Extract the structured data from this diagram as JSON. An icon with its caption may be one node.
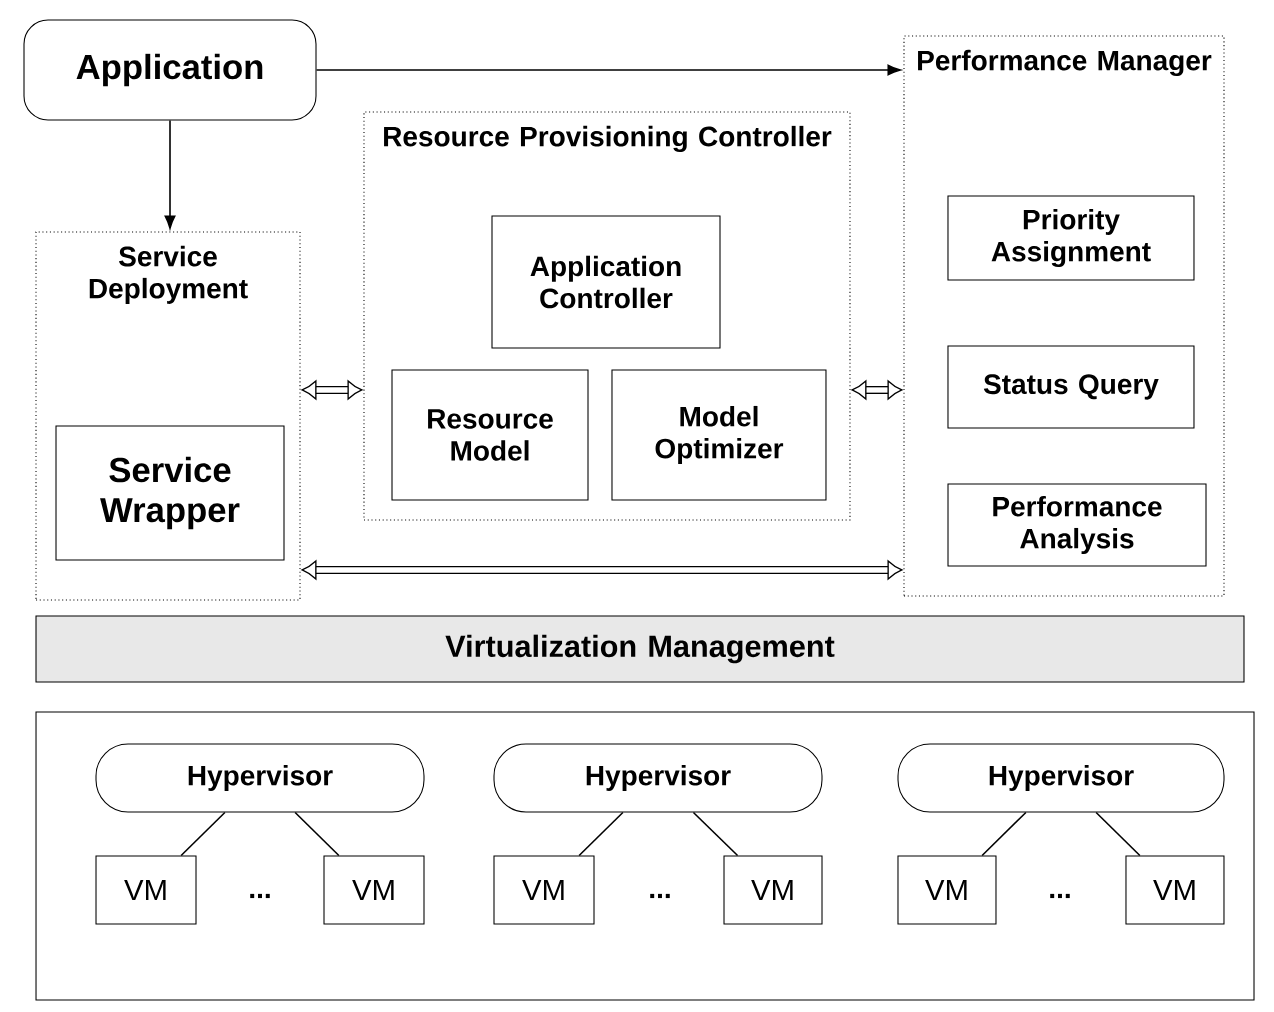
{
  "diagram": {
    "nodes": [
      {
        "text": [
          "Application"
        ]
      },
      {
        "text": [
          "Service Deployment"
        ]
      },
      {
        "text": [
          "Service Wrapper"
        ],
        "in": 1
      },
      {
        "text": [
          "Resource Provisioning Controller"
        ]
      },
      {
        "text": [
          "Application Controller"
        ],
        "in": 3
      },
      {
        "text": [
          "Resource Model"
        ],
        "in": 3
      },
      {
        "text": [
          "Model Optimizer"
        ],
        "in": 3
      },
      {
        "text": [
          "Performance Manager"
        ]
      },
      {
        "text": [
          "Priority Assignment"
        ],
        "in": 7
      },
      {
        "text": [
          "Status Query"
        ],
        "in": 7
      },
      {
        "text": [
          "Performance Analysis"
        ],
        "in": 7
      },
      {
        "text": [
          "Virtualization Management"
        ]
      },
      {
        "text": [],
        "shape": "box"
      },
      {
        "text": [
          "Hypervisor"
        ],
        "in": 12
      },
      {
        "text": [
          "VM"
        ],
        "in": 12
      },
      {
        "text": [
          "VM"
        ],
        "in": 12
      },
      {
        "text": [
          "Hypervisor"
        ],
        "in": 12
      },
      {
        "text": [
          "VM"
        ],
        "in": 12
      },
      {
        "text": [
          "VM"
        ],
        "in": 12
      },
      {
        "text": [
          "Hypervisor"
        ],
        "in": 12
      },
      {
        "text": [
          "VM"
        ],
        "in": 12
      },
      {
        "text": [
          "VM"
        ],
        "in": 12
      }
    ],
    "edges": [
      {
        "from": 0,
        "to": 1,
        "arrow": "to"
      },
      {
        "from": 0,
        "to": 7,
        "arrow": "to"
      },
      {
        "from": 1,
        "to": 3,
        "arrow": "both",
        "style": "thick"
      },
      {
        "from": 3,
        "to": 7,
        "arrow": "both",
        "style": "thick"
      },
      {
        "from": 1,
        "to": 7,
        "arrow": "both",
        "style": "thick"
      },
      {
        "from": 13,
        "to": 14,
        "arrow": "none"
      },
      {
        "from": 13,
        "to": 15,
        "arrow": "none"
      },
      {
        "from": 16,
        "to": 17,
        "arrow": "none"
      },
      {
        "from": 16,
        "to": 18,
        "arrow": "none"
      },
      {
        "from": 19,
        "to": 20,
        "arrow": "none"
      },
      {
        "from": 19,
        "to": 21,
        "arrow": "none"
      }
    ],
    "labels": [
      "...",
      "...",
      "..."
    ]
  }
}
